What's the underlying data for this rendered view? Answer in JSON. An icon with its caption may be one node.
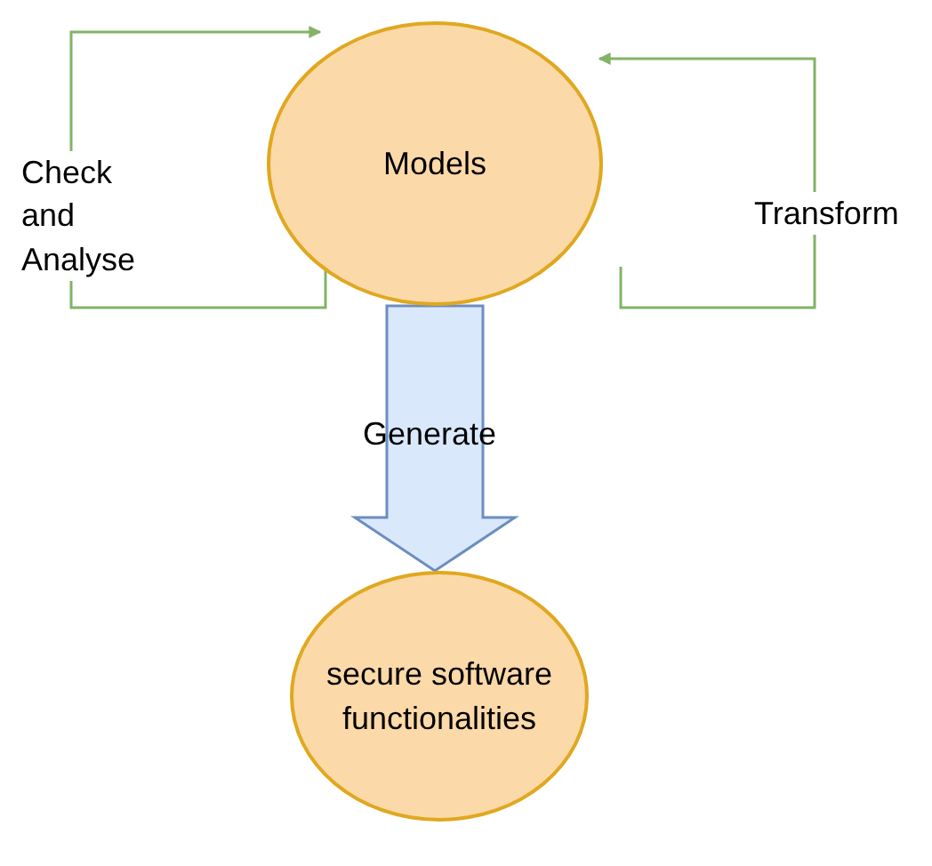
{
  "diagram": {
    "nodes": [
      {
        "text": [
          "Models"
        ]
      },
      {
        "text": [
          "secure software functionalities"
        ]
      }
    ],
    "edges": [
      {
        "from": 0,
        "to": 0,
        "arrow": "to",
        "label": "Check and Analyse"
      },
      {
        "from": 0,
        "to": 0,
        "arrow": "to",
        "label": "Transform"
      },
      {
        "from": 0,
        "to": 1,
        "arrow": "to",
        "label": "Generate",
        "style": "thick",
        "color": "#dae8fc"
      }
    ]
  }
}
